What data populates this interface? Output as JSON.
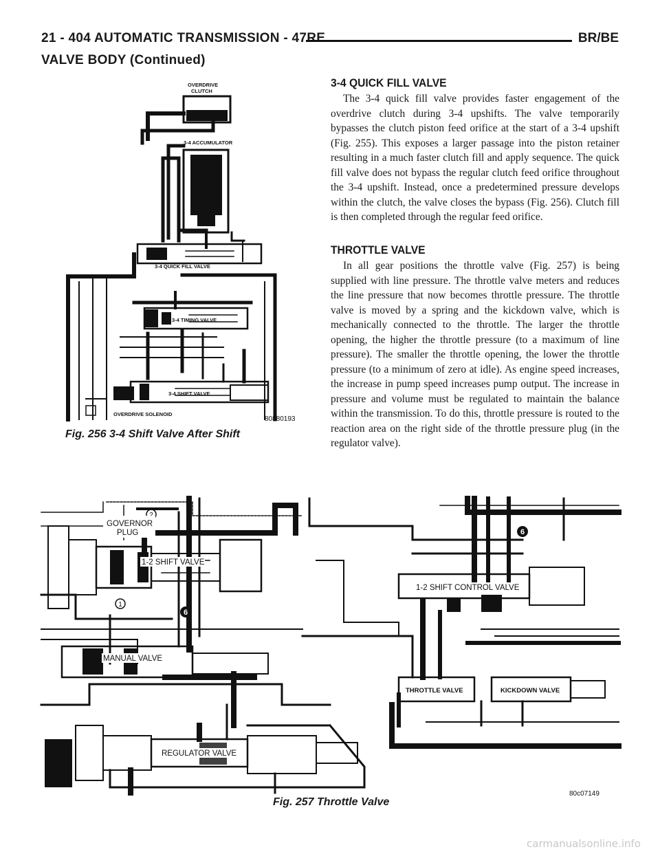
{
  "header": {
    "left": "21 - 404    AUTOMATIC TRANSMISSION - 47RE",
    "right": "BR/BE",
    "section": "VALVE BODY (Continued)"
  },
  "fig256": {
    "caption": "Fig. 256 3-4 Shift Valve After Shift",
    "code": "80880193",
    "labels": {
      "od_clutch_1": "OVERDRIVE",
      "od_clutch_2": "CLUTCH",
      "accumulator": "3-4 ACCUMULATOR",
      "quick_fill": "3-4 QUICK FILL VALVE",
      "timing": "3-4 TIMING VALVE",
      "shift": "3-4 SHIFT VALVE",
      "solenoid": "OVERDRIVE    SOLENOID"
    }
  },
  "section1": {
    "heading": "3-4 QUICK FILL VALVE",
    "body": "The 3-4 quick fill valve provides faster engagement of the overdrive clutch during 3-4 upshifts. The valve temporarily bypasses the clutch piston feed orifice at the start of a 3-4 upshift (Fig. 255). This exposes a larger passage into the piston retainer resulting in a much faster clutch fill and apply sequence. The quick fill valve does not bypass the regular clutch feed orifice throughout the 3-4 upshift. Instead, once a predetermined pressure develops within the clutch, the valve closes the bypass (Fig. 256). Clutch fill is then completed through the regular feed orifice."
  },
  "section2": {
    "heading": "THROTTLE VALVE",
    "body": "In all gear positions the throttle valve (Fig. 257) is being supplied with line pressure. The throttle valve meters and reduces the line pressure that now becomes throttle pressure. The throttle valve is moved by a spring and the kickdown valve, which is mechanically connected to the throttle. The larger the throttle opening, the higher the throttle pressure (to a maximum of line pressure). The smaller the throttle opening, the lower the throttle pressure (to a minimum of zero at idle). As engine speed increases, the increase in pump speed increases pump output. The increase in pressure and volume must be regulated to maintain the balance within the transmission. To do this, throttle pressure is routed to the reaction area on the right side of the throttle pressure plug (in the regulator valve)."
  },
  "fig257": {
    "caption": "Fig. 257 Throttle Valve",
    "code": "80c07149",
    "labels": {
      "governor_1": "GOVERNOR",
      "governor_2": "PLUG",
      "shift12": "1-2 SHIFT VALVE",
      "manual": "MANUAL VALVE",
      "regulator": "REGULATOR VALVE",
      "control12": "1-2 SHIFT CONTROL VALVE",
      "throttle": "THROTTLE VALVE",
      "kickdown": "KICKDOWN VALVE",
      "c1": "1",
      "c2": "2",
      "c6a": "6",
      "c6b": "6"
    }
  },
  "watermark": "carmanualsonline.info"
}
